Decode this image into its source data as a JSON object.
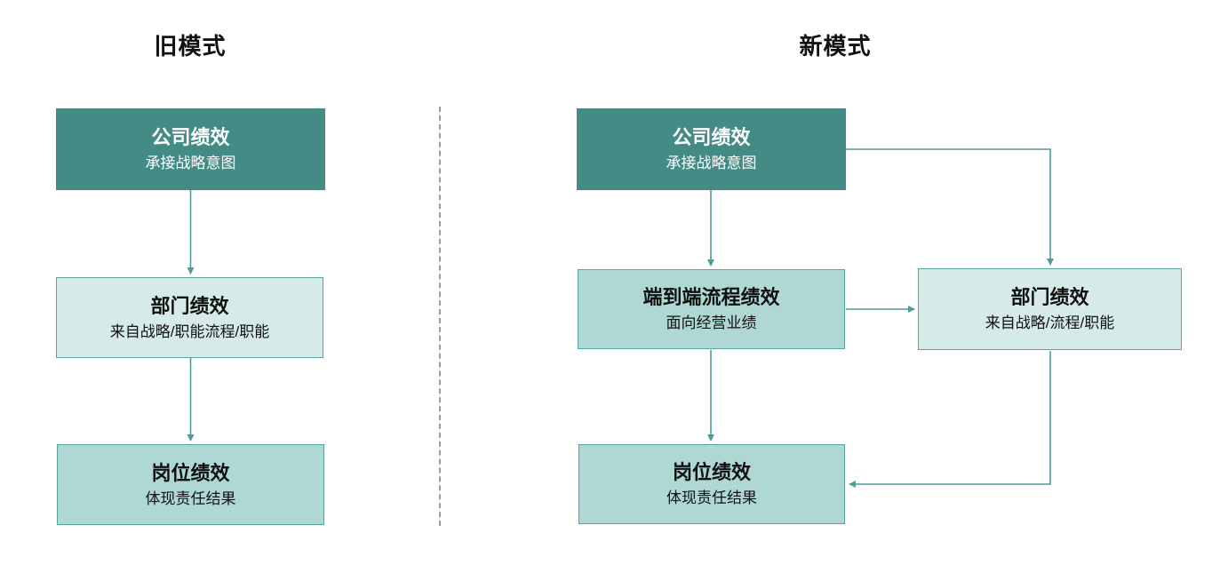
{
  "colors": {
    "box_dark": "#448B86",
    "box_medium": "#AFD8D4",
    "box_light": "#D6EAE7",
    "box_border": "#58A39D",
    "arrow_color": "#4E9C96",
    "divider_color": "#9B9B9B",
    "text_dark": "#111111",
    "text_light": "#FFFFFF"
  },
  "old_model": {
    "title": "旧模式",
    "nodes": [
      {
        "title": "公司绩效",
        "subtitle": "承接战略意图"
      },
      {
        "title": "部门绩效",
        "subtitle": "来自战略/职能流程/职能"
      },
      {
        "title": "岗位绩效",
        "subtitle": "体现责任结果"
      }
    ]
  },
  "new_model": {
    "title": "新模式",
    "nodes": [
      {
        "title": "公司绩效",
        "subtitle": "承接战略意图"
      },
      {
        "title": "端到端流程绩效",
        "subtitle": "面向经营业绩"
      },
      {
        "title": "部门绩效",
        "subtitle": "来自战略/流程/职能"
      },
      {
        "title": "岗位绩效",
        "subtitle": "体现责任结果"
      }
    ]
  }
}
